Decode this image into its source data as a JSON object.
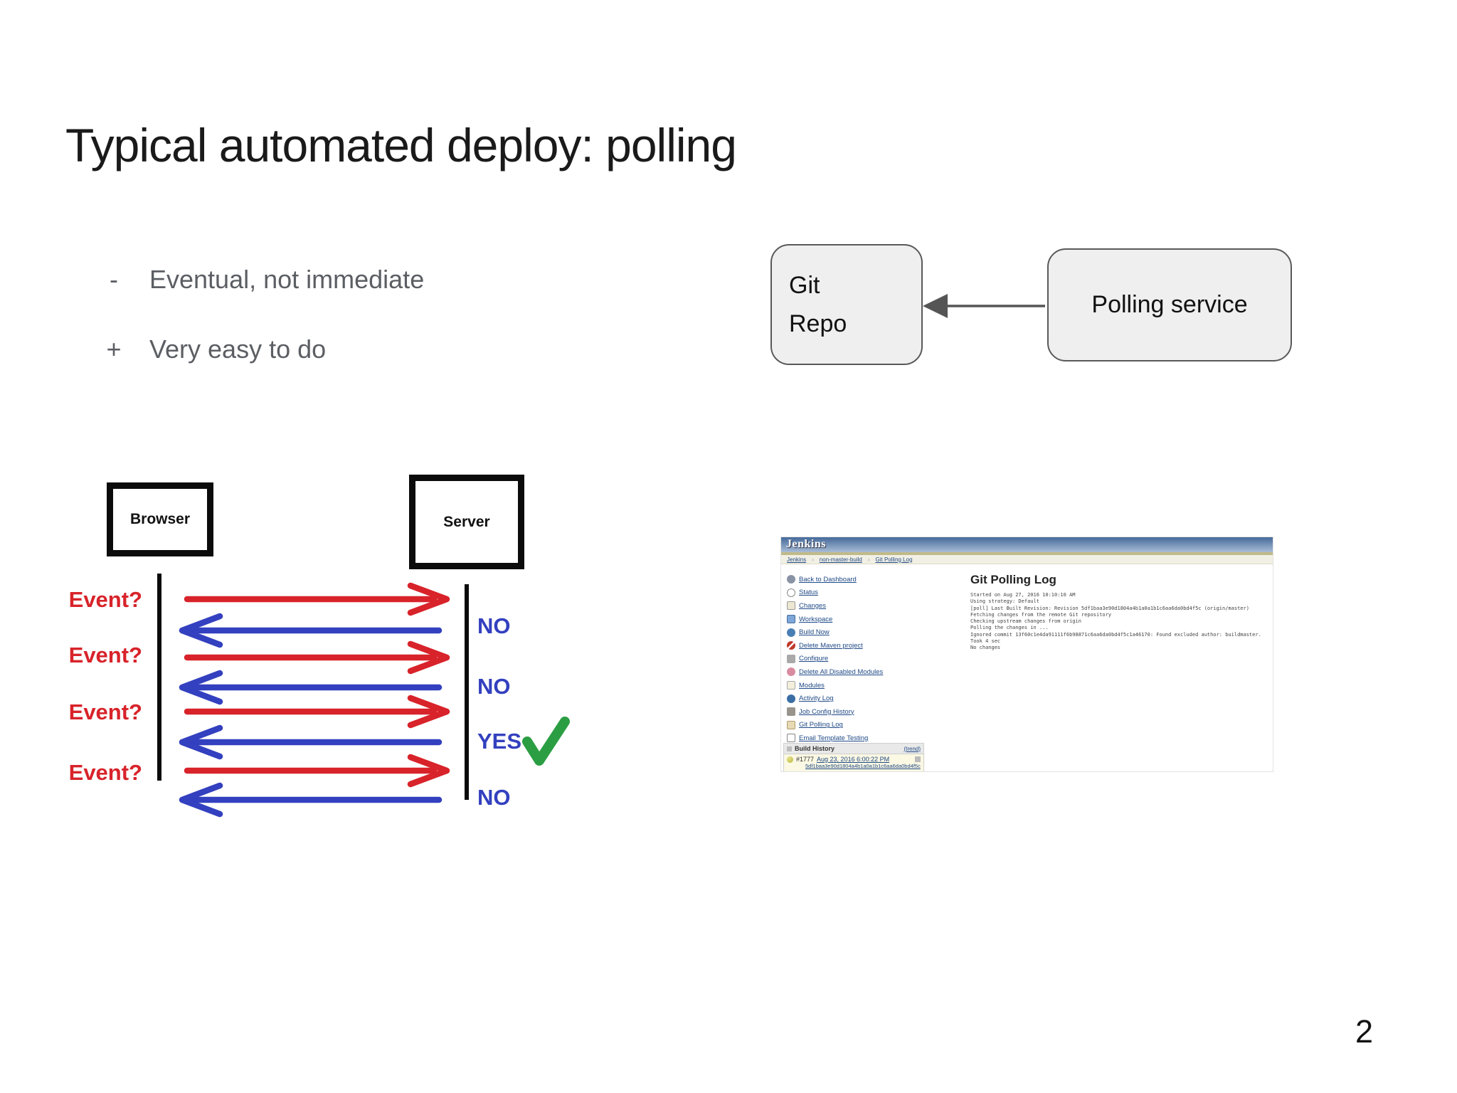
{
  "slide": {
    "title": "Typical automated deploy: polling",
    "page_number": "2",
    "bullets": [
      {
        "marker": "-",
        "text": "Eventual, not immediate"
      },
      {
        "marker": "+",
        "text": "Very easy to do"
      }
    ]
  },
  "polling_diagram": {
    "git_repo_line1": "Git",
    "git_repo_line2": "Repo",
    "polling_service_label": "Polling service"
  },
  "sequence_diagram": {
    "browser_label": "Browser",
    "server_label": "Server",
    "events": [
      "Event?",
      "Event?",
      "Event?",
      "Event?"
    ],
    "responses": [
      "NO",
      "NO",
      "YES",
      "NO"
    ]
  },
  "jenkins": {
    "logo_text": "Jenkins",
    "breadcrumb": [
      "Jenkins",
      "non-master-build",
      "Git Polling Log"
    ],
    "sidebar": [
      {
        "label": "Back to Dashboard"
      },
      {
        "label": "Status"
      },
      {
        "label": "Changes"
      },
      {
        "label": "Workspace"
      },
      {
        "label": "Build Now"
      },
      {
        "label": "Delete Maven project"
      },
      {
        "label": "Configure"
      },
      {
        "label": "Delete All Disabled Modules"
      },
      {
        "label": "Modules"
      },
      {
        "label": "Activity Log"
      },
      {
        "label": "Job Config History"
      },
      {
        "label": "Git Polling Log"
      },
      {
        "label": "Email Template Testing"
      }
    ],
    "build_history": {
      "title": "Build History",
      "trend_label": "(trend)",
      "build_number": "#1777",
      "build_date": "Aug 23, 2016 6:00:22 PM",
      "build_hash": "5df1baa3e90d1804a4b1a0a1b1c6aa6da0bd4f5c"
    },
    "main": {
      "heading": "Git Polling Log",
      "log_lines": [
        "Started on Aug 27, 2016 10:10:10 AM",
        "Using strategy: Default",
        "[poll] Last Built Revision: Revision 5df1baa3e90d1804a4b1a0a1b1c6aa6da0bd4f5c (origin/master)",
        "Fetching changes from the remote Git repository",
        "Checking upstream changes from origin",
        "Polling the changes in ...",
        "Ignored commit 13f60c1e4da91111f6b98871c6aa6da0bd4f5c1a46170: Found excluded author: buildmaster. Took 4 sec",
        "No changes"
      ]
    }
  },
  "colors": {
    "arrow_red": "#d8232a",
    "arrow_blue": "#3340bf",
    "check_green": "#2b9e43",
    "bullet_gray": "#5b5e63",
    "box_fill": "#efefef",
    "box_border": "#595959",
    "jenkins_header_top": "#44699b",
    "jenkins_header_bottom": "#a9bdd5",
    "jenkins_link": "#204a87"
  }
}
